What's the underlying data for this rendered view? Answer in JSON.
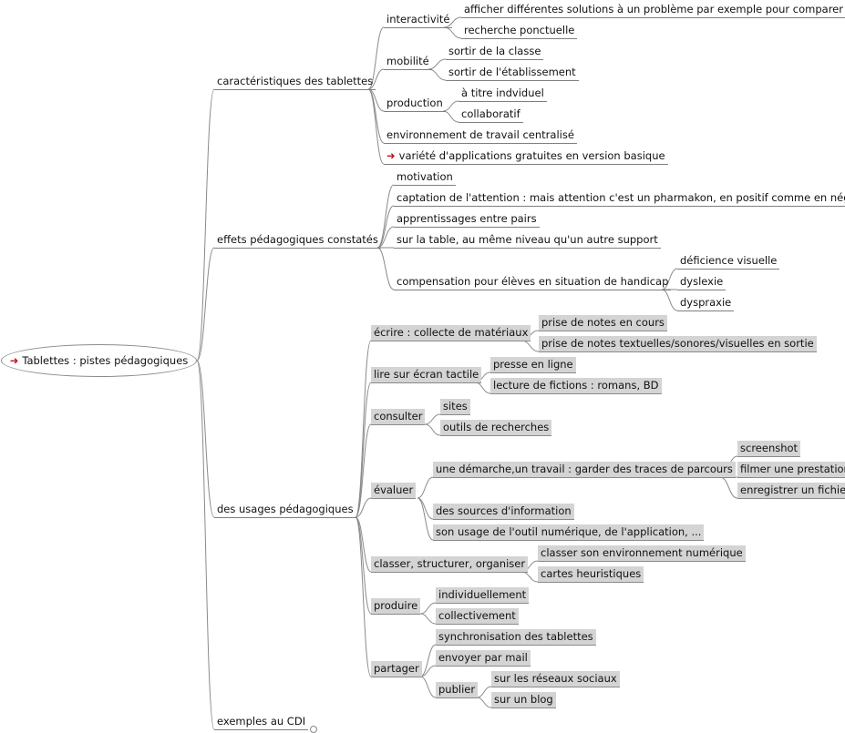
{
  "root": {
    "label": "Tablettes : pistes pédagogiques",
    "icon": "red-arrow-icon"
  },
  "branches": {
    "b1": {
      "label": "caractéristiques des tablettes"
    },
    "b2": {
      "label": "effets pédagogiques constatés"
    },
    "b3": {
      "label": "des usages pédagogiques"
    },
    "b4": {
      "label": "exemples au CDI"
    }
  },
  "b1": {
    "interactivite": "interactivité",
    "interactivite_children": [
      "afficher différentes solutions à un problème par exemple pour comparer",
      "recherche ponctuelle"
    ],
    "mobilite": "mobilité",
    "mobilite_children": [
      "sortir de la classe",
      "sortir de l'établissement"
    ],
    "production": "production",
    "production_children": [
      "à titre indviduel",
      "collaboratif"
    ],
    "environnement": "environnement de travail centralisé",
    "variete": "variété d'applications gratuites en version basique"
  },
  "b2": {
    "items": [
      "motivation",
      "captation de l'attention : mais attention c'est un pharmakon, en positif comme en négatif.",
      "apprentissages entre pairs",
      "sur la table, au même niveau qu'un autre support"
    ],
    "compensation": "compensation pour élèves en situation de handicap",
    "compensation_children": [
      "déficience visuelle",
      "dyslexie",
      "dyspraxie"
    ]
  },
  "b3": {
    "ecrire": "écrire : collecte de matériaux",
    "ecrire_children": [
      "prise de notes en cours",
      "prise de notes textuelles/sonores/visuelles en sortie"
    ],
    "lire": "lire sur écran tactile",
    "lire_children": [
      "presse en ligne",
      "lecture de fictions : romans, BD"
    ],
    "consulter": "consulter",
    "consulter_children": [
      "sites",
      "outils de recherches"
    ],
    "evaluer": "évaluer",
    "demarche": "une démarche,un travail : garder des traces de parcours",
    "demarche_children": [
      "screenshot",
      "filmer une prestation",
      "enregistrer un fichier"
    ],
    "evaluer_children": [
      "des sources d'information",
      "son usage de l'outil numérique, de l'application, ..."
    ],
    "classer": "classer, structurer, organiser",
    "classer_children": [
      "classer son environnement numérique",
      "cartes heuristiques"
    ],
    "produire": "produire",
    "produire_children": [
      "individuellement",
      "collectivement"
    ],
    "partager": "partager",
    "partager_children": [
      "synchronisation des tablettes",
      "envoyer par mail"
    ],
    "publier": "publier",
    "publier_children": [
      "sur les réseaux sociaux",
      "sur un blog"
    ]
  }
}
